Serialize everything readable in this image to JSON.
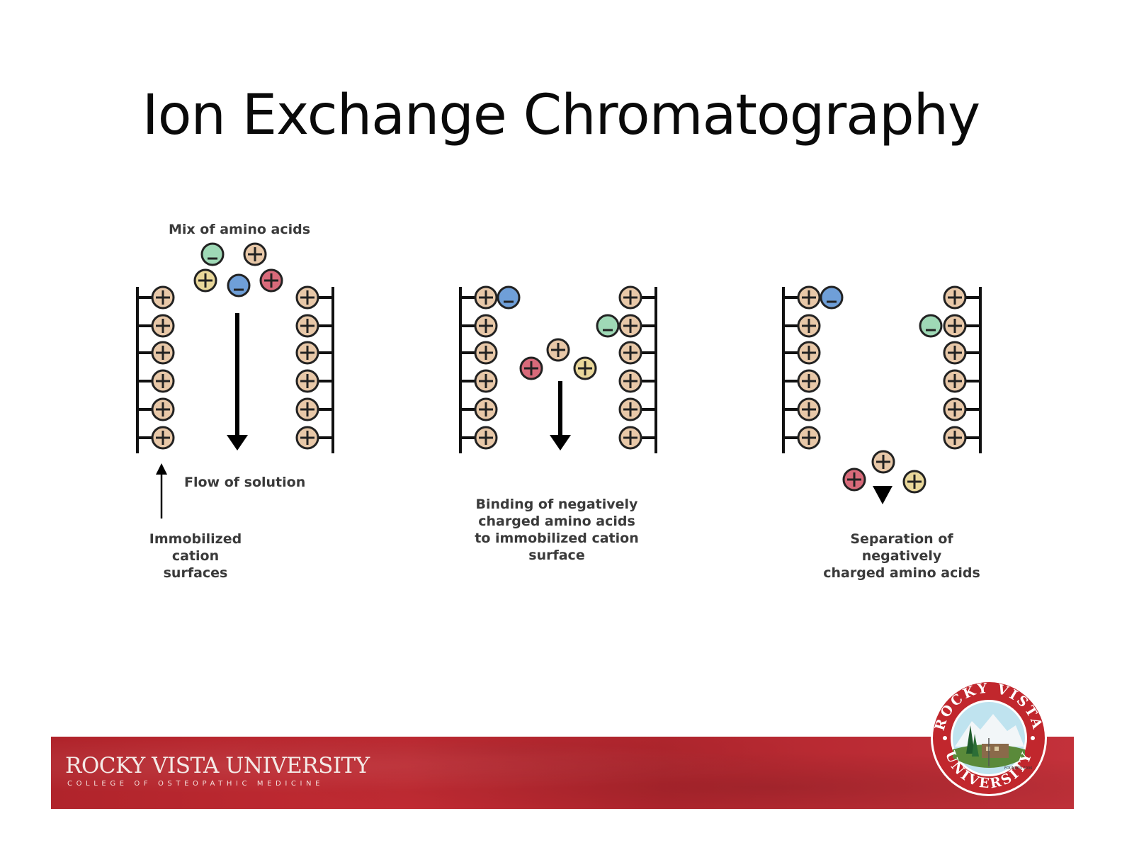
{
  "slide": {
    "title": "Ion Exchange Chromatography"
  },
  "diagram": {
    "panel1": {
      "top_label": "Mix of amino acids",
      "flow_label": "Flow of solution",
      "surface_label": "Immobilized\ncation surfaces"
    },
    "panel2": {
      "caption": "Binding of negatively\ncharged amino acids\nto immobilized cation\nsurface"
    },
    "panel3": {
      "caption": "Separation of negatively\ncharged amino acids"
    },
    "colors": {
      "bead_fill": "#e8c8a8",
      "green": "#9fd9b6",
      "blue": "#6f9fd8",
      "red": "#d86a7a",
      "yellow": "#e9d79a"
    }
  },
  "footer": {
    "brand_name": "ROCKY VISTA UNIVERSITY",
    "brand_sub": "COLLEGE OF OSTEOPATHIC MEDICINE",
    "seal_top": "ROCKY VISTA",
    "seal_bottom": "UNIVERSITY",
    "seal_founded": "FOUNDED 2006",
    "band_color": "#b8262e"
  }
}
